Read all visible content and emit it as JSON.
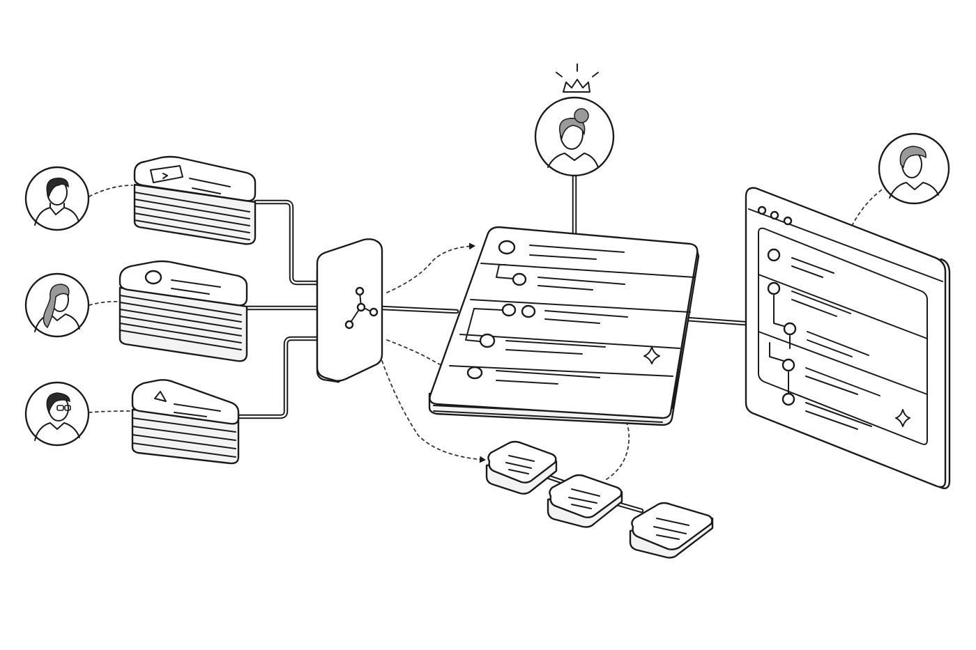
{
  "diagram": {
    "sources": [
      {
        "name": "user-1",
        "stack_icon": "terminal-icon"
      },
      {
        "name": "user-2",
        "stack_icon": "circle-icon"
      },
      {
        "name": "user-3",
        "stack_icon": "triangle-icon"
      }
    ],
    "router_icon": "network-nodes-icon",
    "board_icon": "sparkle-icon",
    "admin_icon": "crown-icon",
    "window_controls": 3,
    "pipeline_steps": 3,
    "colors": {
      "ink": "#1a1a1a",
      "paper": "#ffffff",
      "shade": "#f3f3f3"
    }
  }
}
